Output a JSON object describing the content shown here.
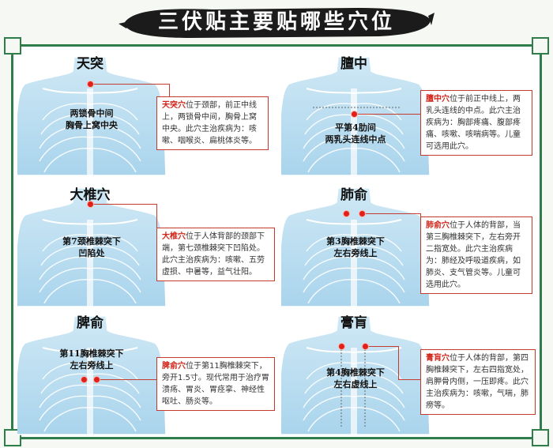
{
  "title": "三伏贴主要贴哪些穴位",
  "colors": {
    "frame": "#2f7d4a",
    "accent": "#d0261a",
    "body": "#9fd0ea"
  },
  "points": [
    {
      "name": "天突",
      "label1": "两锁骨中间",
      "label2": "胸骨上窝中央",
      "desc_name": "天突穴",
      "desc": "位于颈部，前正中线上，两锁骨中间，胸骨上窝中央。此穴主治疾病为：咳嗽、咽喉炎、扁桃体炎等。"
    },
    {
      "name": "膻中",
      "label1": "平第4肋间",
      "label2": "两乳头连线中点",
      "desc_name": "膻中穴",
      "desc": "位于前正中线上，两乳头连线的中点。此穴主治疾病为：胸部疼痛、腹部疼痛、咳嗽、咳喘病等。儿童可选用此穴。"
    },
    {
      "name": "大椎穴",
      "label1": "第7颈椎棘突下",
      "label2": "凹陷处",
      "desc_name": "大椎穴",
      "desc": "位于人体背部的颈部下端，第七颈椎棘突下凹陷处。此穴主治疾病为：咳嗽、五劳虚损、中暑等，益气壮阳。"
    },
    {
      "name": "肺俞",
      "label1": "第3胸椎棘突下",
      "label2": "左右旁线上",
      "desc_name": "肺俞穴",
      "desc": "位于人体的背部，当第三胸椎棘突下，左右旁开二指宽处。此穴主治疾病为：肺经及呼吸道疾病，如肺炎、支气管炎等。儿童可选用此穴。"
    },
    {
      "name": "脾俞",
      "label1": "第11胸椎棘突下",
      "label2": "左右旁线上",
      "desc_name": "脾俞穴",
      "desc": "位于第11胸椎棘突下，旁开1.5寸。现代常用于治疗胃溃疡、胃炎、胃痉挛、神经性呕吐、肠炎等。"
    },
    {
      "name": "膏肓",
      "label1": "第4胸椎棘突下",
      "label2": "左右虚线上",
      "desc_name": "膏肓穴",
      "desc": "位于人体的背部，第四胸椎棘突下，左右四指宽处，肩胛骨内侧，一压即疼。此穴主治疾病为：咳嗽，气喘，肺痨等。"
    }
  ]
}
